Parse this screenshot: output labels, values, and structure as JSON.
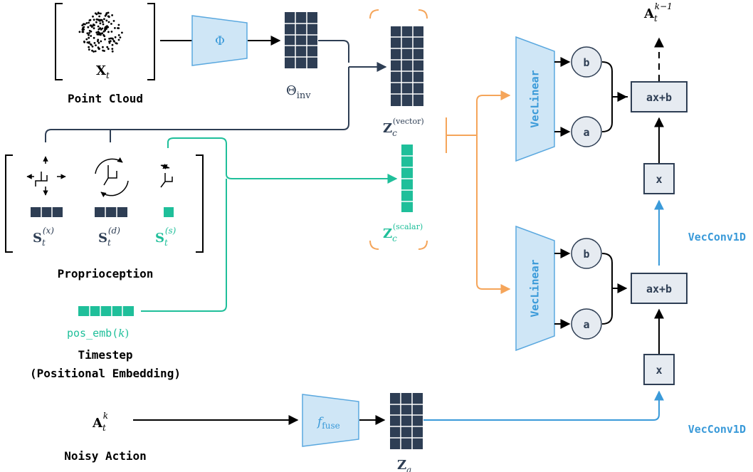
{
  "colors": {
    "navy": "#2e3e54",
    "teal": "#1fbf9a",
    "orange": "#f5a55a",
    "blue": "#3a9ad9",
    "trap_fill": "#cfe6f6",
    "node_fill": "#e6ebf1"
  },
  "point_cloud": {
    "symbol": "X",
    "subscript": "t",
    "label": "Point Cloud"
  },
  "phi": {
    "symbol": "Φ"
  },
  "theta": {
    "symbol": "Θ",
    "subscript": "inv"
  },
  "z_vector": {
    "symbol": "Z",
    "subscript": "c",
    "superscript": "(vector)"
  },
  "z_scalar": {
    "symbol": "Z",
    "subscript": "c",
    "superscript": "(scalar)"
  },
  "proprioception": {
    "label": "Proprioception",
    "states": [
      {
        "symbol": "S",
        "subscript": "t",
        "superscript": "(x)"
      },
      {
        "symbol": "S",
        "subscript": "t",
        "superscript": "(d)"
      },
      {
        "symbol": "S",
        "subscript": "t",
        "superscript": "(s)"
      }
    ]
  },
  "timestep": {
    "pos_emb_text": "pos_emb(",
    "pos_emb_var": "k",
    "pos_emb_close": ")",
    "label_line1": "Timestep",
    "label_line2": "(Positional Embedding)"
  },
  "noisy_action": {
    "symbol": "A",
    "subscript": "t",
    "superscript": "k",
    "label": "Noisy Action"
  },
  "f_fuse": {
    "symbol": "f",
    "subscript": "fuse"
  },
  "z_a": {
    "symbol": "Z",
    "subscript": "a"
  },
  "veclinear_label": "VecLinear",
  "node_b": "b",
  "node_a": "a",
  "affine_label": "ax+b",
  "x_label": "x",
  "vecconv_label": "VecConv1D",
  "output": {
    "symbol": "A",
    "subscript": "t",
    "superscript": "k−1"
  }
}
